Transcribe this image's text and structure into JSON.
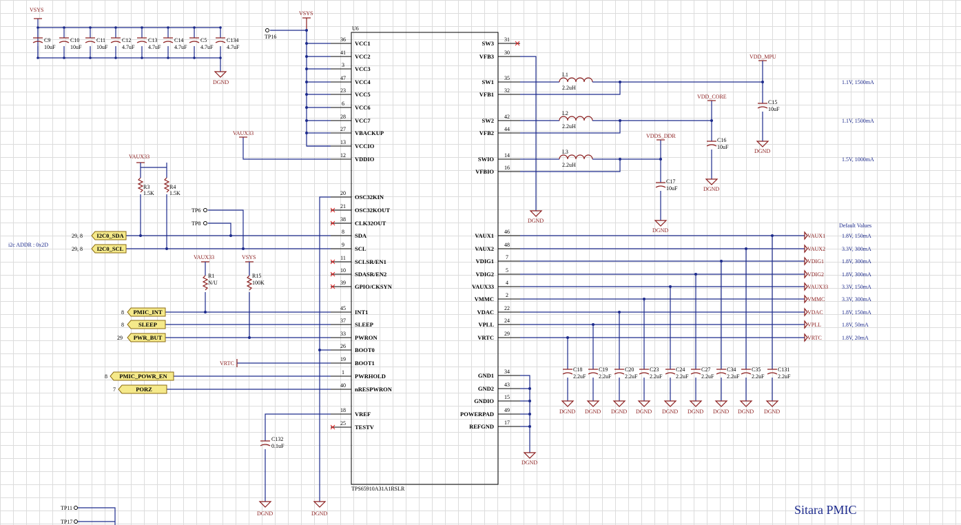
{
  "title": "Sitara PMIC",
  "i2c_note": "i2c ADDR : 0x2D",
  "default_values_header": "Default Values",
  "ic": {
    "ref": "U6",
    "part": "TPS65910A31A1RSLR",
    "left_pins": [
      {
        "num": "36",
        "name": "VCC1"
      },
      {
        "num": "41",
        "name": "VCC2"
      },
      {
        "num": "3",
        "name": "VCC3"
      },
      {
        "num": "47",
        "name": "VCC4"
      },
      {
        "num": "23",
        "name": "VCC5"
      },
      {
        "num": "6",
        "name": "VCC6"
      },
      {
        "num": "28",
        "name": "VCC7"
      },
      {
        "num": "27",
        "name": "VBACKUP"
      },
      {
        "num": "13",
        "name": "VCCIO"
      },
      {
        "num": "12",
        "name": "VDDIO"
      },
      {
        "num": "20",
        "name": "OSC32KIN"
      },
      {
        "num": "21",
        "name": "OSC32KOUT"
      },
      {
        "num": "38",
        "name": "CLK32OUT"
      },
      {
        "num": "8",
        "name": "SDA"
      },
      {
        "num": "9",
        "name": "SCL"
      },
      {
        "num": "11",
        "name": "SCLSR/EN1"
      },
      {
        "num": "10",
        "name": "SDASR/EN2"
      },
      {
        "num": "39",
        "name": "GPIO/CKSYN"
      },
      {
        "num": "45",
        "name": "INT1"
      },
      {
        "num": "37",
        "name": "SLEEP"
      },
      {
        "num": "33",
        "name": "PWRON"
      },
      {
        "num": "26",
        "name": "BOOT0"
      },
      {
        "num": "19",
        "name": "BOOT1"
      },
      {
        "num": "1",
        "name": "PWRHOLD"
      },
      {
        "num": "40",
        "name": "nRESPWRON"
      },
      {
        "num": "18",
        "name": "VREF"
      },
      {
        "num": "25",
        "name": "TESTV"
      }
    ],
    "right_pins": [
      {
        "num": "31",
        "name": "SW3"
      },
      {
        "num": "30",
        "name": "VFB3"
      },
      {
        "num": "35",
        "name": "SW1"
      },
      {
        "num": "32",
        "name": "VFB1"
      },
      {
        "num": "42",
        "name": "SW2"
      },
      {
        "num": "44",
        "name": "VFB2"
      },
      {
        "num": "14",
        "name": "SWIO"
      },
      {
        "num": "16",
        "name": "VFBIO"
      },
      {
        "num": "46",
        "name": "VAUX1"
      },
      {
        "num": "48",
        "name": "VAUX2"
      },
      {
        "num": "7",
        "name": "VDIG1"
      },
      {
        "num": "5",
        "name": "VDIG2"
      },
      {
        "num": "4",
        "name": "VAUX33"
      },
      {
        "num": "2",
        "name": "VMMC"
      },
      {
        "num": "22",
        "name": "VDAC"
      },
      {
        "num": "24",
        "name": "VPLL"
      },
      {
        "num": "29",
        "name": "VRTC"
      },
      {
        "num": "34",
        "name": "GND1"
      },
      {
        "num": "43",
        "name": "GND2"
      },
      {
        "num": "15",
        "name": "GNDIO"
      },
      {
        "num": "49",
        "name": "POWERPAD"
      },
      {
        "num": "17",
        "name": "REFGND"
      }
    ]
  },
  "input_caps": [
    {
      "ref": "C9",
      "value": "10uF"
    },
    {
      "ref": "C10",
      "value": "10uF"
    },
    {
      "ref": "C11",
      "value": "10uF"
    },
    {
      "ref": "C12",
      "value": "4.7uF"
    },
    {
      "ref": "C13",
      "value": "4.7uF"
    },
    {
      "ref": "C14",
      "value": "4.7uF"
    },
    {
      "ref": "C5",
      "value": "4.7uF"
    },
    {
      "ref": "C134",
      "value": "4.7uF"
    }
  ],
  "ldo_caps": [
    {
      "ref": "C18",
      "value": "2.2uF"
    },
    {
      "ref": "C19",
      "value": "2.2uF"
    },
    {
      "ref": "C20",
      "value": "2.2uF"
    },
    {
      "ref": "C23",
      "value": "2.2uF"
    },
    {
      "ref": "C24",
      "value": "2.2uF"
    },
    {
      "ref": "C27",
      "value": "2.2uF"
    },
    {
      "ref": "C34",
      "value": "2.2uF"
    },
    {
      "ref": "C35",
      "value": "2.2uF"
    },
    {
      "ref": "C131",
      "value": "2.2uF"
    }
  ],
  "inductors": [
    {
      "ref": "L1",
      "value": "2.2uH"
    },
    {
      "ref": "L2",
      "value": "2.2uH"
    },
    {
      "ref": "L3",
      "value": "2.2uH"
    }
  ],
  "rail_caps": [
    {
      "ref": "C15",
      "value": "10uF"
    },
    {
      "ref": "C16",
      "value": "10uF"
    },
    {
      "ref": "C17",
      "value": "10uF"
    }
  ],
  "rails": [
    "VDD_MPU",
    "VDD_CORE",
    "VDDS_DDR"
  ],
  "buck_notes": [
    "1.1V, 1500mA",
    "1.1V, 1500mA",
    "1.5V, 1000mA"
  ],
  "ldo_ports": [
    {
      "name": "VAUX1",
      "note": "1.8V, 150mA"
    },
    {
      "name": "VAUX2",
      "note": "3.3V, 300mA"
    },
    {
      "name": "VDIG1",
      "note": "1.8V, 300mA"
    },
    {
      "name": "VDIG2",
      "note": "1.8V, 300mA"
    },
    {
      "name": "VAUX33",
      "note": "3.3V, 150mA"
    },
    {
      "name": "VMMC",
      "note": "3.3V, 300mA"
    },
    {
      "name": "VDAC",
      "note": "1.8V, 150mA"
    },
    {
      "name": "VPLL",
      "note": "1.8V, 50mA"
    },
    {
      "name": "VRTC",
      "note": "1.8V, 20mA"
    }
  ],
  "resistors": [
    {
      "ref": "R3",
      "value": "1.5K"
    },
    {
      "ref": "R4",
      "value": "1.5K"
    },
    {
      "ref": "R1",
      "value": "N/U"
    },
    {
      "ref": "R15",
      "value": "100K"
    }
  ],
  "vref_cap": {
    "ref": "C132",
    "value": "0.1uF"
  },
  "hier_ports": [
    {
      "sheets": "29, 8",
      "name": "I2C0_SDA"
    },
    {
      "sheets": "29, 8",
      "name": "I2C0_SCL"
    },
    {
      "sheets": "8",
      "name": "PMIC_INT"
    },
    {
      "sheets": "8",
      "name": "SLEEP"
    },
    {
      "sheets": "29",
      "name": "PWR_BUT"
    },
    {
      "sheets": "8",
      "name": "PMIC_POWR_EN"
    },
    {
      "sheets": "7",
      "name": "PORZ"
    }
  ],
  "power_labels": {
    "vsys": "VSYS",
    "vaux33": "VAUX33",
    "vrtc": "VRTC",
    "dgnd": "DGND"
  },
  "test_points": [
    "TP16",
    "TP6",
    "TP8",
    "TP11",
    "TP17"
  ]
}
